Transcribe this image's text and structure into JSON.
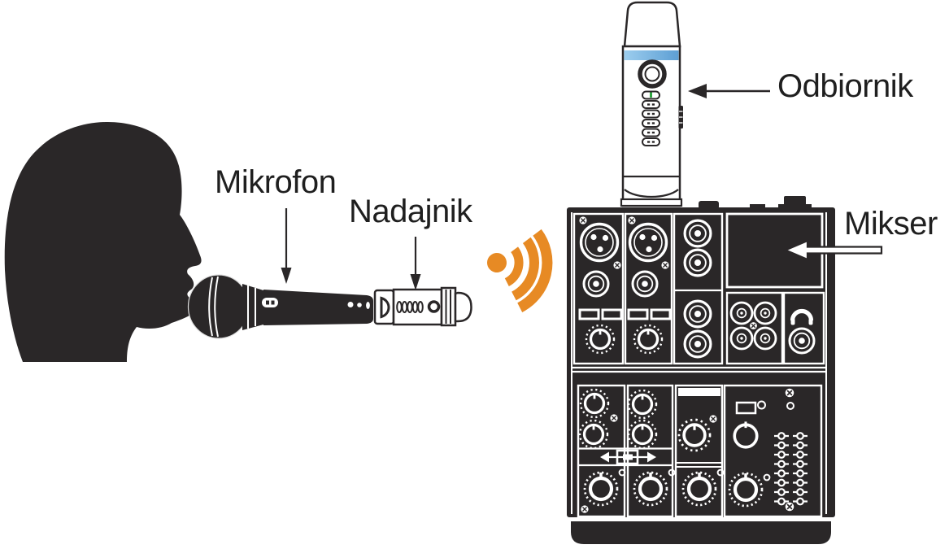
{
  "labels": {
    "mikrofon": "Mikrofon",
    "nadajnik": "Nadajnik",
    "odbiornik": "Odbiornik",
    "mikser": "Mikser"
  },
  "colors": {
    "ink": "#2a2728",
    "signal_orange": "#e78a24",
    "band_blue_light": "#9ccdee",
    "band_blue_dark": "#5d9fd4",
    "indicator_green": "#2ea440",
    "label_text": "#1f1f1f",
    "background": "#ffffff"
  },
  "icons": {
    "speaker-head-icon": "black side-profile silhouette of a speaking person",
    "microphone-icon": "black handheld dynamic microphone",
    "transmitter-icon": "white plug-on wireless transmitter outline",
    "wireless-signal-icon": "orange dot with three radio-wave arcs",
    "receiver-icon": "white handheld receiver outline with blue band, round knob and six buttons",
    "mixer-icon": "black audio mixer panel with XLR inputs, jacks, RCA outputs, knobs and sliders",
    "headphone-icon": "white headphone glyph on mixer output panel"
  }
}
